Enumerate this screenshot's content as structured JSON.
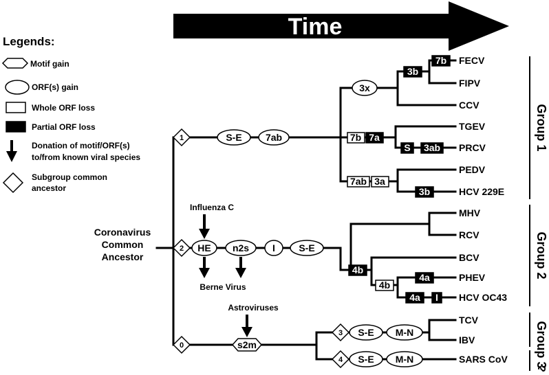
{
  "header": {
    "time_label": "Time"
  },
  "legend": {
    "title": "Legends:",
    "motif_gain": "Motif gain",
    "orf_gain": "ORF(s) gain",
    "whole_orf_loss": "Whole ORF loss",
    "partial_orf_loss": "Partial ORF loss",
    "donation_line1": "Donation of motif/ORF(s)",
    "donation_line2": "to/from known viral species",
    "ancestor_line1": "Subgroup common",
    "ancestor_line2": "ancestor"
  },
  "root": {
    "line1": "Coronavirus",
    "line2": "Common",
    "line3": "Ancestor"
  },
  "nodes": {
    "n0": "0",
    "n1": "1",
    "n2": "2",
    "n3": "3",
    "n4": "4"
  },
  "events": {
    "g1_se": "S-E",
    "g1_7ab": "7ab",
    "g1_3x": "3x",
    "g1_3b": "3b",
    "g1_7b_fecv": "7b",
    "g1_7b": "7b",
    "g1_7a": "7a",
    "g1_s": "S",
    "g1_3ab": "3ab",
    "g1_7ab_pedv": "7ab",
    "g1_3a": "3a",
    "g1_3b_hcv": "3b",
    "g2_he": "HE",
    "g2_n2s": "n2s",
    "g2_i": "I",
    "g2_se": "S-E",
    "g2_4b": "4b",
    "g2_4b_inner": "4b",
    "g2_4a_phev": "4a",
    "g2_4a_hcv": "4a",
    "g2_i_hcv": "I",
    "g0_s2m": "s2m",
    "g3_se": "S-E",
    "g3_mn": "M-N",
    "g4_se": "S-E",
    "g4_mn": "M-N"
  },
  "donors": {
    "influenza": "Influenza C",
    "berne": "Berne Virus",
    "astro": "Astroviruses"
  },
  "taxa": {
    "fecv": "FECV",
    "fipv": "FIPV",
    "ccv": "CCV",
    "tgev": "TGEV",
    "prcv": "PRCV",
    "pedv": "PEDV",
    "hcv229e": "HCV 229E",
    "mhv": "MHV",
    "rcv": "RCV",
    "bcv": "BCV",
    "phev": "PHEV",
    "hcvoc43": "HCV OC43",
    "tcv": "TCV",
    "ibv": "IBV",
    "sars": "SARS CoV"
  },
  "groups": {
    "group1": "Group 1",
    "group2": "Group 2",
    "group3": "Group 3",
    "unknown": "?"
  }
}
